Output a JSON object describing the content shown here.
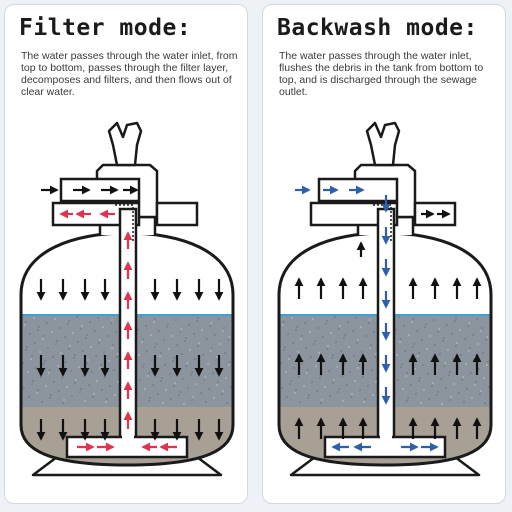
{
  "colors": {
    "inflow_arrow": "#e0334f",
    "backwash_arrow": "#2f5fa8",
    "flow_arrow": "#111111",
    "filter_media": "#8c959e",
    "sediment": "#a89f95",
    "water": "#ffffff",
    "waterline": "#3aa3d8"
  },
  "panels": [
    {
      "title": "Filter mode:",
      "description": "The water passes through the water inlet, from top to bottom, passes through the filter layer, decomposes and filters, and then flows out of clear water."
    },
    {
      "title": "Backwash mode:",
      "description": "The water passes through the water inlet, flushes the debris in the tank from bottom to top, and is discharged through the sewage outlet."
    }
  ]
}
